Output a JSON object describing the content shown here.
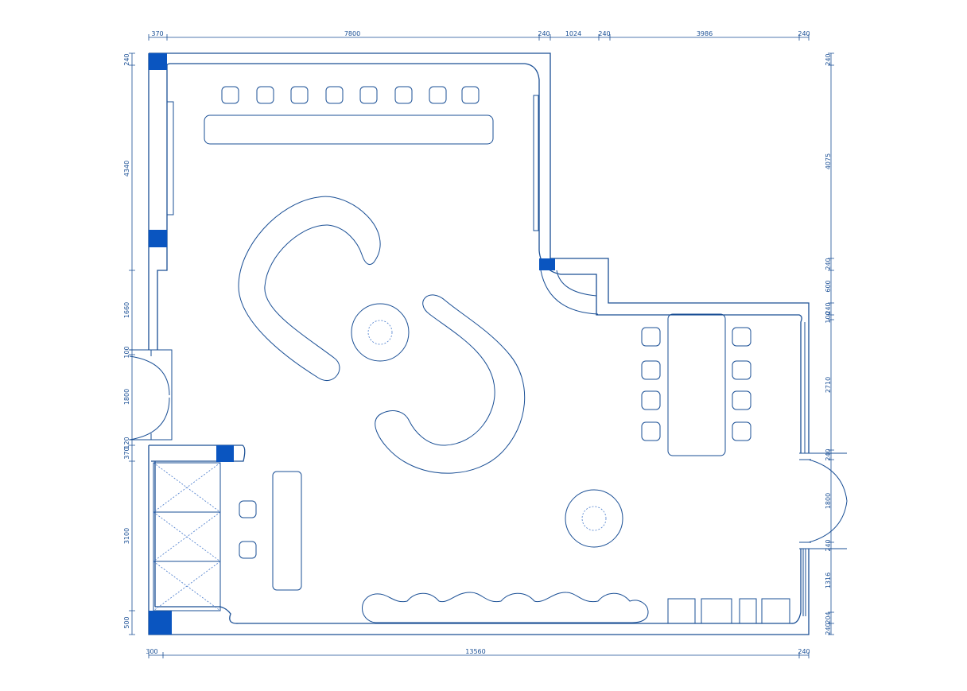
{
  "dimensions": {
    "top": [
      "370",
      "7800",
      "240",
      "1024",
      "240",
      "3986",
      "240"
    ],
    "bottom": [
      "300",
      "13560",
      "240"
    ],
    "left": [
      "240",
      "4340",
      "1660",
      "100",
      "1800",
      "120",
      "370",
      "3100",
      "500"
    ],
    "right": [
      "240",
      "4075",
      "240",
      "600",
      "240",
      "100",
      "2710",
      "240",
      "1800",
      "240",
      "1316",
      "204",
      "240"
    ]
  },
  "colors": {
    "line": "#1a4f95",
    "column": "#0a55c0",
    "background": "#ffffff"
  }
}
